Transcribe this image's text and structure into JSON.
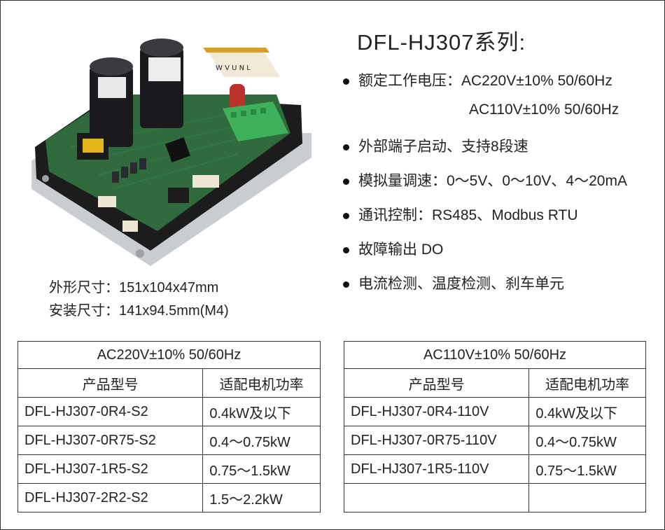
{
  "title": "DFL-HJ307系列:",
  "specs": [
    {
      "text": "额定工作电压：AC220V±10%  50/60Hz",
      "cont": "AC110V±10%  50/60Hz"
    },
    {
      "text": "外部端子启动、支持8段速"
    },
    {
      "text": "模拟量调速：0～5V、0～10V、4～20mA"
    },
    {
      "text": "通讯控制：RS485、Modbus RTU"
    },
    {
      "text": "故障输出 DO"
    },
    {
      "text": "电流检测、温度检测、刹车单元"
    }
  ],
  "dimensions": {
    "outline": "外形尺寸：151x104x47mm",
    "mounting": "安装尺寸：141x94.5mm(M4)"
  },
  "table_220": {
    "caption": "AC220V±10% 50/60Hz",
    "headers": [
      "产品型号",
      "适配电机功率"
    ],
    "rows": [
      [
        "DFL-HJ307-0R4-S2",
        "0.4kW及以下"
      ],
      [
        "DFL-HJ307-0R75-S2",
        "0.4～0.75kW"
      ],
      [
        "DFL-HJ307-1R5-S2",
        "0.75～1.5kW"
      ],
      [
        "DFL-HJ307-2R2-S2",
        "1.5～2.2kW"
      ]
    ]
  },
  "table_110": {
    "caption": "AC110V±10% 50/60Hz",
    "headers": [
      "产品型号",
      "适配电机功率"
    ],
    "rows": [
      [
        "DFL-HJ307-0R4-110V",
        "0.4kW及以下"
      ],
      [
        "DFL-HJ307-0R75-110V",
        "0.4～0.75kW"
      ],
      [
        "DFL-HJ307-1R5-110V",
        "0.75～1.5kW"
      ],
      [
        "",
        ""
      ]
    ]
  },
  "product_image": {
    "terminal_strip_text": "W V U N L"
  },
  "colors": {
    "board_green": "#2f6b3c",
    "connector_green": "#3fb15a",
    "capacitor": "#1b1b1f",
    "case_black": "#1a1a1a"
  }
}
